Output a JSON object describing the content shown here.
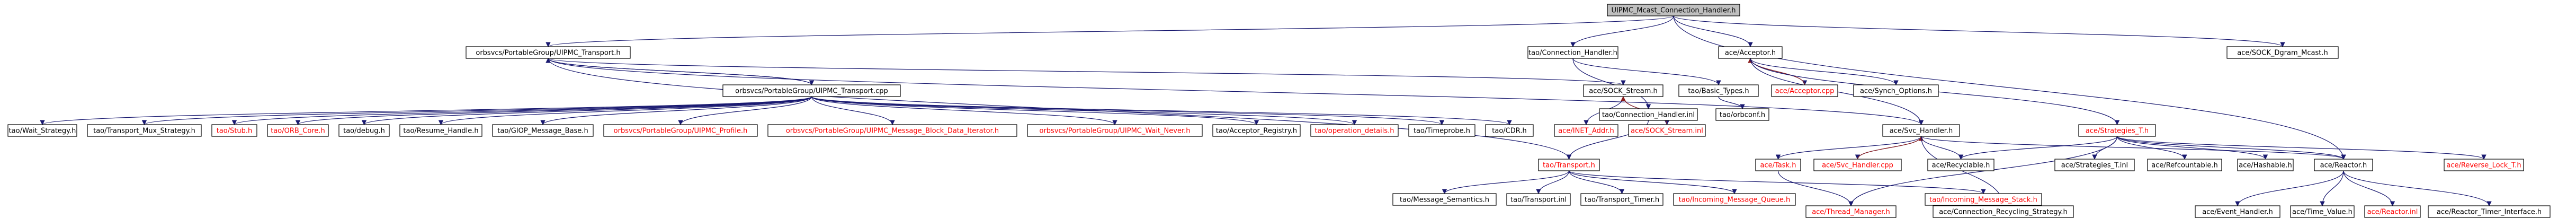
{
  "colors": {
    "edge": "#191970",
    "edge_alt": "#8b1a1a",
    "text_default": "#000000",
    "text_external": "#ff0000",
    "root_fill": "#bfbfbf"
  },
  "nodes": [
    {
      "id": "root",
      "label": "UIPMC_Mcast_Connection_Handler.h",
      "root": true
    },
    {
      "id": "uipmc_transport_h",
      "label": "orbsvcs/PortableGroup/UIPMC_Transport.h"
    },
    {
      "id": "connection_handler_h",
      "label": "tao/Connection_Handler.h"
    },
    {
      "id": "acceptor_h",
      "label": "ace/Acceptor.h"
    },
    {
      "id": "sock_dgram_mcast_h",
      "label": "ace/SOCK_Dgram_Mcast.h"
    },
    {
      "id": "uipmc_transport_cpp",
      "label": "orbsvcs/PortableGroup/UIPMC_Transport.cpp"
    },
    {
      "id": "sock_stream_h",
      "label": "ace/SOCK_Stream.h"
    },
    {
      "id": "basic_types_h",
      "label": "tao/Basic_Types.h"
    },
    {
      "id": "acceptor_cpp",
      "label": "ace/Acceptor.cpp",
      "ext": true
    },
    {
      "id": "synch_options_h",
      "label": "ace/Synch_Options.h"
    },
    {
      "id": "connection_handler_inl",
      "label": "tao/Connection_Handler.inl"
    },
    {
      "id": "inet_addr_h",
      "label": "ace/INET_Addr.h",
      "ext": true
    },
    {
      "id": "sock_stream_inl",
      "label": "ace/SOCK_Stream.inl",
      "ext": true
    },
    {
      "id": "orbconf_h",
      "label": "tao/orbconf.h"
    },
    {
      "id": "wait_strategy_h",
      "label": "tao/Wait_Strategy.h"
    },
    {
      "id": "transport_mux_strategy_h",
      "label": "tao/Transport_Mux_Strategy.h"
    },
    {
      "id": "stub_h",
      "label": "tao/Stub.h",
      "ext": true
    },
    {
      "id": "orb_core_h",
      "label": "tao/ORB_Core.h",
      "ext": true
    },
    {
      "id": "debug_h",
      "label": "tao/debug.h"
    },
    {
      "id": "resume_handle_h",
      "label": "tao/Resume_Handle.h"
    },
    {
      "id": "giop_message_base_h",
      "label": "tao/GIOP_Message_Base.h"
    },
    {
      "id": "uipmc_profile_h",
      "label": "orbsvcs/PortableGroup/UIPMC_Profile.h",
      "ext": true
    },
    {
      "id": "uipmc_message_block_data_iterator_h",
      "label": "orbsvcs/PortableGroup/UIPMC_Message_Block_Data_Iterator.h",
      "ext": true
    },
    {
      "id": "uipmc_wait_never_h",
      "label": "orbsvcs/PortableGroup/UIPMC_Wait_Never.h",
      "ext": true
    },
    {
      "id": "acceptor_registry_h",
      "label": "tao/Acceptor_Registry.h"
    },
    {
      "id": "operation_details_h",
      "label": "tao/operation_details.h",
      "ext": true
    },
    {
      "id": "timeprobe_h",
      "label": "tao/Timeprobe.h"
    },
    {
      "id": "cdr_h",
      "label": "tao/CDR.h"
    },
    {
      "id": "strategies_t_h",
      "label": "ace/Strategies_T.h",
      "ext": true
    },
    {
      "id": "svc_handler_h",
      "label": "ace/Svc_Handler.h"
    },
    {
      "id": "transport_h",
      "label": "tao/Transport.h",
      "ext": true
    },
    {
      "id": "task_h",
      "label": "ace/Task.h",
      "ext": true
    },
    {
      "id": "svc_handler_cpp",
      "label": "ace/Svc_Handler.cpp",
      "ext": true
    },
    {
      "id": "recyclable_h",
      "label": "ace/Recyclable.h"
    },
    {
      "id": "strategies_t_inl",
      "label": "ace/Strategies_T.inl"
    },
    {
      "id": "refcountable_h",
      "label": "ace/Refcountable.h"
    },
    {
      "id": "hashable_h",
      "label": "ace/Hashable.h"
    },
    {
      "id": "reactor_h",
      "label": "ace/Reactor.h"
    },
    {
      "id": "reverse_lock_t_h",
      "label": "ace/Reverse_Lock_T.h",
      "ext": true
    },
    {
      "id": "message_semantics_h",
      "label": "tao/Message_Semantics.h"
    },
    {
      "id": "transport_inl",
      "label": "tao/Transport.inl"
    },
    {
      "id": "transport_timer_h",
      "label": "tao/Transport_Timer.h"
    },
    {
      "id": "incoming_message_queue_h",
      "label": "tao/Incoming_Message_Queue.h",
      "ext": true
    },
    {
      "id": "incoming_message_stack_h",
      "label": "tao/Incoming_Message_Stack.h",
      "ext": true
    },
    {
      "id": "thread_manager_h",
      "label": "ace/Thread_Manager.h",
      "ext": true
    },
    {
      "id": "connection_recycling_strategy_h",
      "label": "ace/Connection_Recycling_Strategy.h"
    },
    {
      "id": "event_handler_h",
      "label": "ace/Event_Handler.h"
    },
    {
      "id": "time_value_h",
      "label": "ace/Time_Value.h"
    },
    {
      "id": "reactor_inl",
      "label": "ace/Reactor.inl",
      "ext": true
    },
    {
      "id": "reactor_timer_interface_h",
      "label": "ace/Reactor_Timer_Interface.h"
    }
  ],
  "edges": [
    [
      "root",
      "uipmc_transport_h"
    ],
    [
      "root",
      "connection_handler_h"
    ],
    [
      "root",
      "acceptor_h"
    ],
    [
      "root",
      "sock_dgram_mcast_h"
    ],
    [
      "root",
      "reactor_h"
    ],
    [
      "uipmc_transport_h",
      "uipmc_transport_cpp"
    ],
    [
      "uipmc_transport_h",
      "sock_stream_h"
    ],
    [
      "uipmc_transport_h",
      "transport_h"
    ],
    [
      "uipmc_transport_h",
      "svc_handler_h"
    ],
    [
      "uipmc_transport_cpp",
      "uipmc_transport_h"
    ],
    [
      "uipmc_transport_cpp",
      "wait_strategy_h"
    ],
    [
      "uipmc_transport_cpp",
      "transport_mux_strategy_h"
    ],
    [
      "uipmc_transport_cpp",
      "stub_h"
    ],
    [
      "uipmc_transport_cpp",
      "orb_core_h"
    ],
    [
      "uipmc_transport_cpp",
      "debug_h"
    ],
    [
      "uipmc_transport_cpp",
      "resume_handle_h"
    ],
    [
      "uipmc_transport_cpp",
      "giop_message_base_h"
    ],
    [
      "uipmc_transport_cpp",
      "uipmc_profile_h"
    ],
    [
      "uipmc_transport_cpp",
      "uipmc_message_block_data_iterator_h"
    ],
    [
      "uipmc_transport_cpp",
      "uipmc_wait_never_h"
    ],
    [
      "uipmc_transport_cpp",
      "acceptor_registry_h"
    ],
    [
      "uipmc_transport_cpp",
      "operation_details_h"
    ],
    [
      "uipmc_transport_cpp",
      "timeprobe_h"
    ],
    [
      "uipmc_transport_cpp",
      "cdr_h"
    ],
    [
      "connection_handler_h",
      "connection_handler_inl"
    ],
    [
      "connection_handler_h",
      "basic_types_h"
    ],
    [
      "basic_types_h",
      "orbconf_h"
    ],
    [
      "connection_handler_inl",
      "transport_h"
    ],
    [
      "sock_stream_h",
      "inet_addr_h"
    ],
    [
      "sock_stream_h",
      "sock_stream_inl"
    ],
    [
      "sock_stream_inl",
      "sock_stream_h"
    ],
    [
      "acceptor_h",
      "acceptor_cpp"
    ],
    [
      "acceptor_cpp",
      "acceptor_h"
    ],
    [
      "acceptor_h",
      "synch_options_h"
    ],
    [
      "acceptor_h",
      "strategies_t_h"
    ],
    [
      "acceptor_h",
      "svc_handler_h"
    ],
    [
      "transport_h",
      "message_semantics_h"
    ],
    [
      "transport_h",
      "transport_inl"
    ],
    [
      "transport_h",
      "transport_timer_h"
    ],
    [
      "transport_h",
      "incoming_message_queue_h"
    ],
    [
      "transport_h",
      "incoming_message_stack_h"
    ],
    [
      "svc_handler_h",
      "task_h"
    ],
    [
      "svc_handler_h",
      "svc_handler_cpp"
    ],
    [
      "svc_handler_cpp",
      "svc_handler_h"
    ],
    [
      "svc_handler_h",
      "recyclable_h"
    ],
    [
      "svc_handler_h",
      "reactor_h"
    ],
    [
      "svc_handler_h",
      "connection_recycling_strategy_h"
    ],
    [
      "strategies_t_h",
      "recyclable_h"
    ],
    [
      "strategies_t_h",
      "strategies_t_inl"
    ],
    [
      "strategies_t_h",
      "refcountable_h"
    ],
    [
      "strategies_t_h",
      "hashable_h"
    ],
    [
      "strategies_t_h",
      "reactor_h"
    ],
    [
      "strategies_t_h",
      "reverse_lock_t_h"
    ],
    [
      "strategies_t_h",
      "thread_manager_h"
    ],
    [
      "task_h",
      "thread_manager_h"
    ],
    [
      "reactor_h",
      "event_handler_h"
    ],
    [
      "reactor_h",
      "time_value_h"
    ],
    [
      "reactor_h",
      "reactor_inl"
    ],
    [
      "reactor_h",
      "reactor_timer_interface_h"
    ]
  ]
}
